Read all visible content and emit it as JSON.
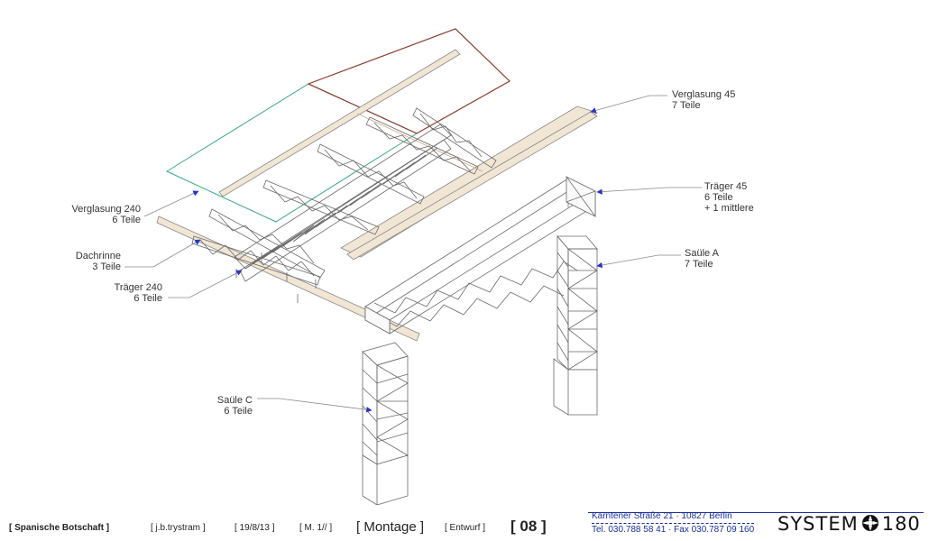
{
  "labels": {
    "verglasung45": {
      "name": "Verglasung 45",
      "qty": "7 Teile"
    },
    "traeger45": {
      "name": "Träger 45",
      "qty": "6 Teile",
      "extra": "+ 1 mittlere"
    },
    "saeuleA": {
      "name": "Saüle A",
      "qty": "7 Teile"
    },
    "verglasung240": {
      "name": "Verglasung 240",
      "qty": "6 Teile"
    },
    "dachrinne": {
      "name": "Dachrinne",
      "qty": "3 Teile"
    },
    "traeger240": {
      "name": "Träger 240",
      "qty": "6 Teile"
    },
    "saeuleC": {
      "name": "Saüle C",
      "qty": "6 Teile"
    }
  },
  "footer": {
    "project": "[ Spanische Botschaft ]",
    "author": "[ j.b.trystram ]",
    "date": "[ 19/8/13 ]",
    "scale": "[ M. 1// ]",
    "phase": "[ Montage ]",
    "status": "[ Entwurf ]",
    "sheet": "[ 08 ]",
    "address": "Kärntener Straße 21 · 10827 Berlin",
    "phone": "Tel. 030.788 58 41 · Fax 030.787 09 160",
    "logo_left": "SYSTEM",
    "logo_right": "180"
  },
  "colors": {
    "line": "#6a6a6a",
    "leader_arrow": "#2a33c8",
    "glass_green": "#3fa98a",
    "glass_brown": "#8a3a2a",
    "plank": "#c8a878",
    "address_blue": "#1b2f9a"
  }
}
